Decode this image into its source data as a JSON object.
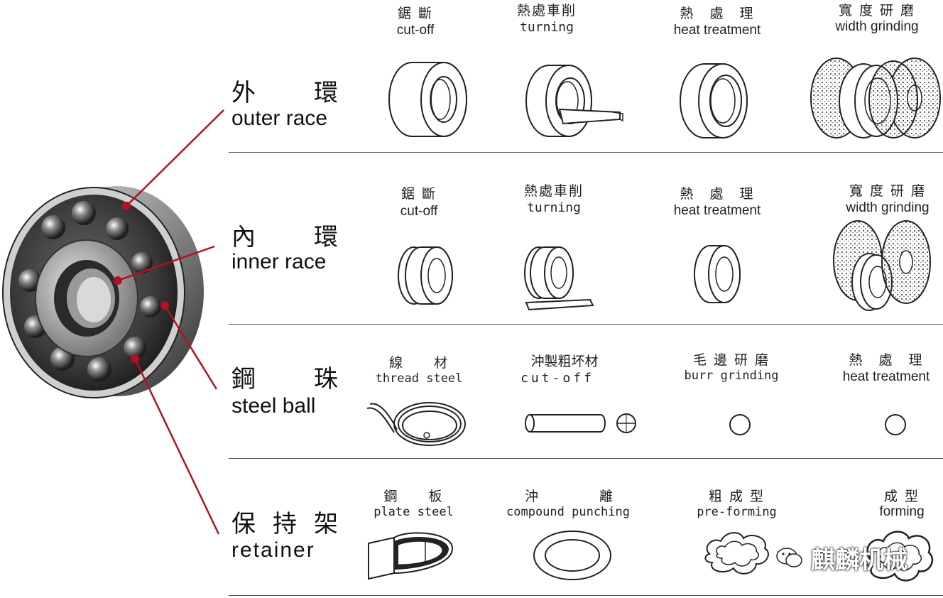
{
  "rows": [
    {
      "part_zh": [
        "外",
        "環"
      ],
      "part_en": "outer race",
      "steps": [
        {
          "zh": "鋸 斷",
          "en": "cut-off"
        },
        {
          "zh": "熱處車削",
          "en": "turning"
        },
        {
          "zh": "熱　處　理",
          "en": "heat treatment"
        },
        {
          "zh": "寬 度 研 磨",
          "en": "width grinding"
        }
      ]
    },
    {
      "part_zh": [
        "內",
        "環"
      ],
      "part_en": "inner race",
      "steps": [
        {
          "zh": "鋸 斷",
          "en": "cut-off"
        },
        {
          "zh": "熱處車削",
          "en": "turning"
        },
        {
          "zh": "熱　處　理",
          "en": "heat treatment"
        },
        {
          "zh": "寬 度 研 磨",
          "en": "width grinding"
        }
      ]
    },
    {
      "part_zh": [
        "鋼",
        "珠"
      ],
      "part_en": "steel ball",
      "steps": [
        {
          "zh": "線　　材",
          "en": "thread steel"
        },
        {
          "zh": "沖製粗坏材",
          "en": "cut-off"
        },
        {
          "zh": "毛 邊 研 磨",
          "en": "burr grinding"
        },
        {
          "zh": "熱　處　理",
          "en": "heat treatment"
        }
      ]
    },
    {
      "part_zh": [
        "保",
        "持",
        "架"
      ],
      "part_en": "retainer",
      "steps": [
        {
          "zh": "鋼　　板",
          "en": "plate steel"
        },
        {
          "zh": "沖　　　　離",
          "en": "compound punching"
        },
        {
          "zh": "粗 成 型",
          "en": "pre-forming"
        },
        {
          "zh": "成 型",
          "en": "forming"
        }
      ]
    }
  ],
  "watermark": "麒麟机械",
  "colors": {
    "leader": "#b3121e",
    "line": "#222222",
    "divider": "#555555"
  }
}
